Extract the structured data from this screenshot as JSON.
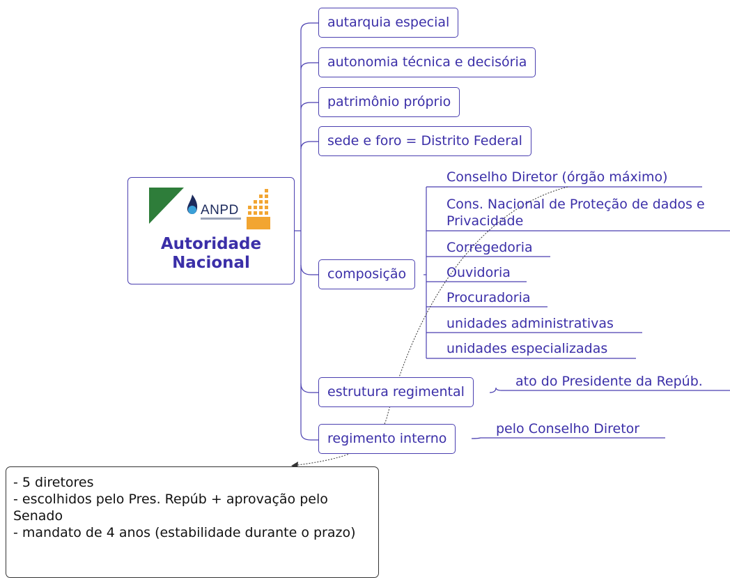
{
  "root": {
    "title_line1": "Autoridade",
    "title_line2": "Nacional",
    "logo_text": "ANPD"
  },
  "branches": [
    {
      "label": "autarquia especial"
    },
    {
      "label": "autonomia técnica e decisória"
    },
    {
      "label": "patrimônio próprio"
    },
    {
      "label": "sede e foro = Distrito Federal"
    },
    {
      "label": "composição"
    },
    {
      "label": "estrutura regimental"
    },
    {
      "label": "regimento interno"
    }
  ],
  "composicao_items": [
    "Conselho Diretor (órgão máximo)",
    "Cons. Nacional de Proteção de dados e Privacidade",
    "Corregedoria",
    "Ouvidoria",
    "Procuradoria",
    "unidades administrativas",
    "unidades especializadas"
  ],
  "estrutura_regimental_child": "ato do Presidente da Repúb.",
  "regimento_interno_child": "pelo Conselho Diretor",
  "note_lines": [
    "- 5 diretores",
    "- escolhidos pelo Pres. Repúb + aprovação pelo Senado",
    "- mandato de 4 anos (estabilidade durante o prazo)"
  ],
  "colors": {
    "node_text": "#3b2fa8",
    "node_border": "#4a3fb0",
    "logo_green": "#2e7d3a",
    "logo_orange": "#f2a531",
    "logo_blue": "#3aa0d8"
  }
}
